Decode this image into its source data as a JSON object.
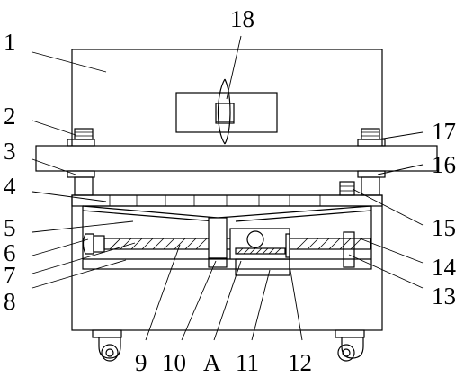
{
  "figure": {
    "labels": [
      {
        "id": "1",
        "text": "1"
      },
      {
        "id": "2",
        "text": "2"
      },
      {
        "id": "3",
        "text": "3"
      },
      {
        "id": "4",
        "text": "4"
      },
      {
        "id": "5",
        "text": "5"
      },
      {
        "id": "6",
        "text": "6"
      },
      {
        "id": "7",
        "text": "7"
      },
      {
        "id": "8",
        "text": "8"
      },
      {
        "id": "9",
        "text": "9"
      },
      {
        "id": "10",
        "text": "10"
      },
      {
        "id": "A",
        "text": "A"
      },
      {
        "id": "11",
        "text": "11"
      },
      {
        "id": "12",
        "text": "12"
      },
      {
        "id": "13",
        "text": "13"
      },
      {
        "id": "14",
        "text": "14"
      },
      {
        "id": "15",
        "text": "15"
      },
      {
        "id": "16",
        "text": "16"
      },
      {
        "id": "17",
        "text": "17"
      },
      {
        "id": "18",
        "text": "18"
      }
    ]
  }
}
